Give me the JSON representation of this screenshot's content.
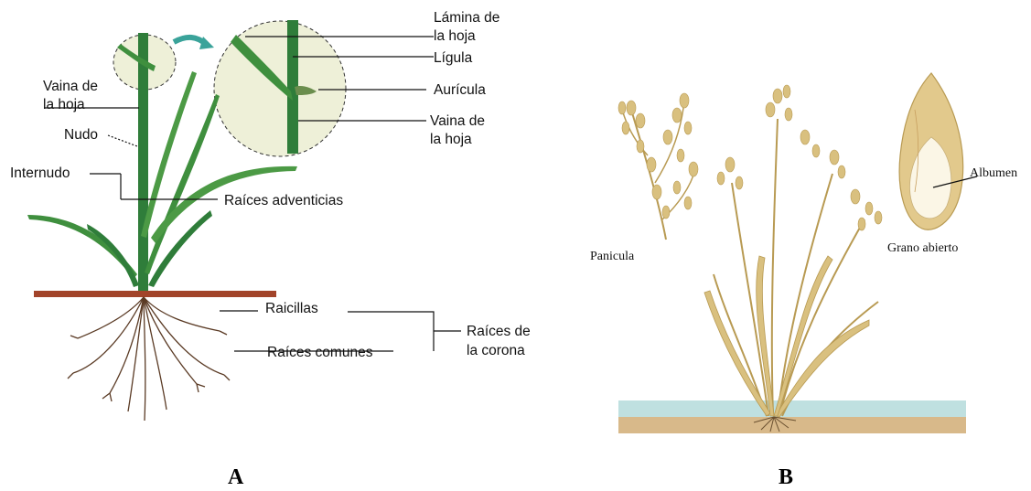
{
  "panel_a": {
    "letter": "A",
    "labels": {
      "lamina_line1": "Lámina de",
      "lamina_line2": "la hoja",
      "ligula": "Lígula",
      "auricula": "Aurícula",
      "vaina_zoom_line1": "Vaina de",
      "vaina_zoom_line2": "la hoja",
      "vaina_line1": "Vaina de",
      "vaina_line2": "la hoja",
      "nudo": "Nudo",
      "internudo": "Internudo",
      "raices_adventicias": "Raíces adventicias",
      "raicillas": "Raicillas",
      "raices_comunes": "Raíces comunes",
      "corona_line1": "Raíces de",
      "corona_line2": "la corona"
    },
    "colors": {
      "stem_green": "#2f7d3a",
      "leaf_green": "#4c9a45",
      "soil_line": "#a2442a",
      "root_brown": "#5a3a24",
      "zoom_fill": "#eef0d8",
      "arrow_teal": "#3aa39a"
    }
  },
  "panel_b": {
    "letter": "B",
    "labels": {
      "panicula": "Panicula",
      "albumen": "Albumen",
      "grano_abierto": "Grano abierto"
    },
    "colors": {
      "straw": "#d9c07f",
      "straw_dark": "#b89a52",
      "grain": "#e2c98c",
      "water": "#bfe0e0",
      "soil": "#d8b98a"
    }
  }
}
